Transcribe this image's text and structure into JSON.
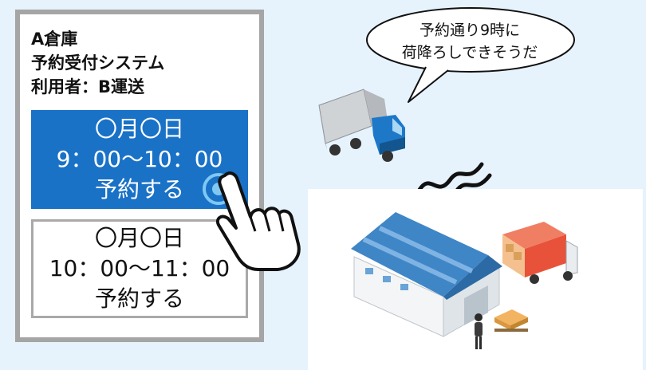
{
  "header": {
    "line1": "A倉庫",
    "line2": "予約受付システム",
    "line3": "利用者：B運送"
  },
  "slots": [
    {
      "date": "〇月〇日",
      "time": "9：00～10：00",
      "action": "予約する",
      "state": "selected"
    },
    {
      "date": "〇月〇日",
      "time": "10：00～11：00",
      "action": "予約する",
      "state": "available"
    }
  ],
  "speech": {
    "line1": "予約通り9時に",
    "line2": "荷降ろしできそうだ"
  },
  "colors": {
    "background": "#e6f3fd",
    "selected_slot": "#1a72c7",
    "panel_border": "#a5a5a5",
    "truck_cab": "#1e78c8",
    "warehouse_roof": "#3f86c7",
    "small_truck_box": "#e8523a"
  },
  "icons": [
    "tap-ripple-icon",
    "pointing-hand-icon",
    "truck-icon",
    "wavy-lines-icon",
    "warehouse-icon",
    "delivery-truck-icon",
    "worker-icon",
    "pallet-boxes-icon"
  ]
}
